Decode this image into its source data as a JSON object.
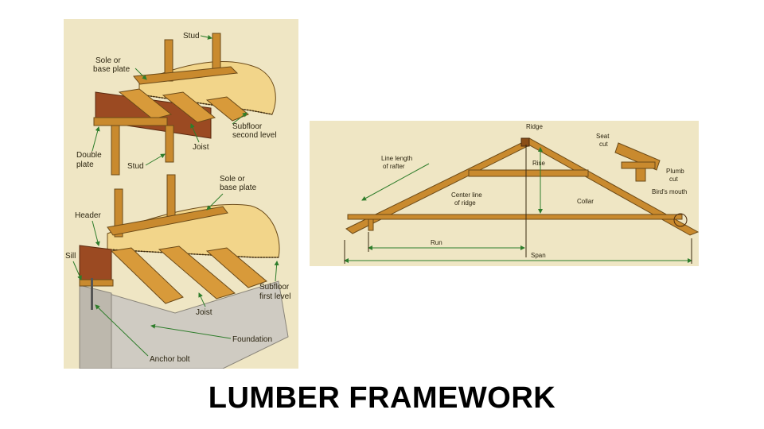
{
  "slide": {
    "title": "LUMBER FRAMEWORK"
  },
  "floor_diagram": {
    "labels": {
      "stud_top": "Stud",
      "sole_plate_top_1": "Sole or",
      "sole_plate_top_2": "base plate",
      "subfloor_second_1": "Subfloor",
      "subfloor_second_2": "second level",
      "joist_upper": "Joist",
      "double_plate_1": "Double",
      "double_plate_2": "plate",
      "stud_mid": "Stud",
      "sole_plate_mid_1": "Sole or",
      "sole_plate_mid_2": "base plate",
      "header": "Header",
      "sill": "Sill",
      "subfloor_first_1": "Subfloor",
      "subfloor_first_2": "first level",
      "joist_lower": "Joist",
      "foundation": "Foundation",
      "anchor_bolt": "Anchor bolt"
    }
  },
  "roof_diagram": {
    "labels": {
      "ridge": "Ridge",
      "line_length_1": "Line length",
      "line_length_2": "of rafter",
      "rise": "Rise",
      "seat_cut_1": "Seat",
      "seat_cut_2": "cut",
      "plumb_cut_1": "Plumb",
      "plumb_cut_2": "cut",
      "birds_mouth": "Bird's mouth",
      "collar": "Collar",
      "center_line_1": "Center line",
      "center_line_2": "of ridge",
      "run": "Run",
      "span": "Span"
    }
  },
  "colors": {
    "paper": "#efe6c4",
    "wood": "#c98a2e",
    "wood_dark": "#8a4e17",
    "brick": "#9b4a22",
    "subfloor": "#f2d58a",
    "concrete": "#cfcbc2",
    "arrow": "#2e7d2b"
  }
}
